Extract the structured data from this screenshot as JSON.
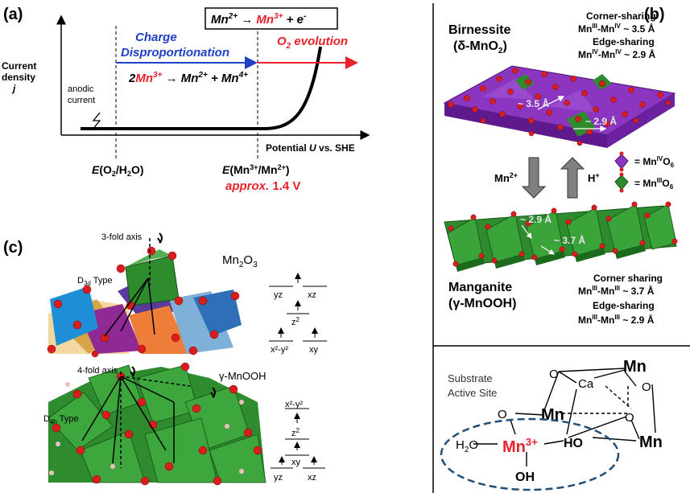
{
  "panel_a": {
    "label": "(a)",
    "y_axis_label_1": "Current",
    "y_axis_label_2": "density",
    "y_axis_label_3": "j",
    "anodic_1": "anodic",
    "anodic_2": "current",
    "charge_1": "Charge",
    "charge_2": "Disproportionation",
    "reaction_box_a": "Mn",
    "reaction_box_b": "2+",
    "reaction_box_c": " → ",
    "reaction_box_d": "Mn",
    "reaction_box_e": "3+",
    "reaction_box_f": " + e",
    "reaction_box_g": "-",
    "o2_a": "O",
    "o2_b": "2",
    "o2_c": " evolution",
    "disp_a": "2",
    "disp_b": "Mn",
    "disp_c": "3+",
    "disp_d": " → Mn",
    "disp_e": "2+",
    "disp_f": " + Mn",
    "disp_g": "4+",
    "potential_a": "Potential ",
    "potential_b": "U",
    "potential_c": " vs. SHE",
    "e1_a": "E",
    "e1_b": "(O",
    "e1_c": "2",
    "e1_d": "/H",
    "e1_e": "2",
    "e1_f": "O)",
    "e2_a": "E",
    "e2_b": "(Mn",
    "e2_c": "3+",
    "e2_d": "/Mn",
    "e2_e": "2+",
    "e2_f": ")",
    "approx_a": "approx.",
    "approx_b": " 1.4 V"
  },
  "panel_b": {
    "label": "(b)",
    "birnessite": "Birnessite",
    "delta_a": "(δ-MnO",
    "delta_b": "2",
    "delta_c": ")",
    "corner_top": "Corner-sharing",
    "cs1_a": "Mn",
    "cs1_b": "III",
    "cs1_c": "-Mn",
    "cs1_d": "IV",
    "cs1_e": " ~ 3.5 Å",
    "edge_top": "Edge-sharing",
    "es1_a": "Mn",
    "es1_b": "IV",
    "es1_c": "-Mn",
    "es1_d": "IV",
    "es1_e": " ~ 2.9 Å",
    "dist_35": "~ 3.5 Å",
    "dist_29": "~ 2.9 Å",
    "dist_29b": "~ 2.9 Å",
    "dist_37": "~ 3.7 Å",
    "mn2plus_a": "Mn",
    "mn2plus_b": "2+",
    "hplus_a": "H",
    "hplus_b": "+",
    "leg1_a": "= Mn",
    "leg1_b": "IV",
    "leg1_c": "O",
    "leg1_d": "6",
    "leg2_a": "= Mn",
    "leg2_b": "III",
    "leg2_c": "O",
    "leg2_d": "6",
    "manganite": "Manganite",
    "gamma": "(γ-MnOOH)",
    "corner_bot": "Corner sharing",
    "cs2_a": "Mn",
    "cs2_b": "III",
    "cs2_c": "-Mn",
    "cs2_d": "III",
    "cs2_e": " ~ 3.7 Å",
    "edge_bot": "Edge-sharing",
    "es2_a": "Mn",
    "es2_b": "III",
    "es2_c": "-Mn",
    "es2_d": "III",
    "es2_e": " ~ 2.9 Å",
    "substrate": "Substrate",
    "active": "Active Site",
    "mn_top": "Mn",
    "mn_mid": "Mn",
    "mn_right": "Mn",
    "ca": "Ca",
    "o1": "O",
    "o2": "O",
    "o3": "O",
    "o4": "O",
    "h2o_a": "H",
    "h2o_b": "2",
    "h2o_c": "O",
    "mn3_a": "Mn",
    "mn3_b": "3+",
    "ho": "HO",
    "oh": "OH"
  },
  "panel_c": {
    "label": "(c)",
    "three_fold": "3-fold axis",
    "mn2o3_a": "Mn",
    "mn2o3_b": "2",
    "mn2o3_c": "O",
    "mn2o3_d": "3",
    "d3d_a": "D",
    "d3d_b": "3d",
    "d3d_c": " Type",
    "yz": "yz",
    "xz": "xz",
    "z2": "z",
    "z2s": "2",
    "x2y2": "x²-y²",
    "xy": "xy",
    "four_fold": "4-fold axis",
    "gmnooh": "γ-MnOOH",
    "d4h_a": "D",
    "d4h_b": "4h",
    "d4h_c": " Type",
    "x2y2b": "x²-y²",
    "z2b": "z",
    "z2bs": "2",
    "xyb": "xy",
    "yzb": "yz",
    "xzb": "xz"
  },
  "colors": {
    "mn3_red": "#e8212b",
    "charge_blue": "#1f3fc6",
    "birnessite_purple": "#7a2fb0",
    "octahedra_green": "#2e8b2e",
    "oxygen_red": "#d81e1e",
    "dashed_ellipse": "#1f4f7a"
  }
}
